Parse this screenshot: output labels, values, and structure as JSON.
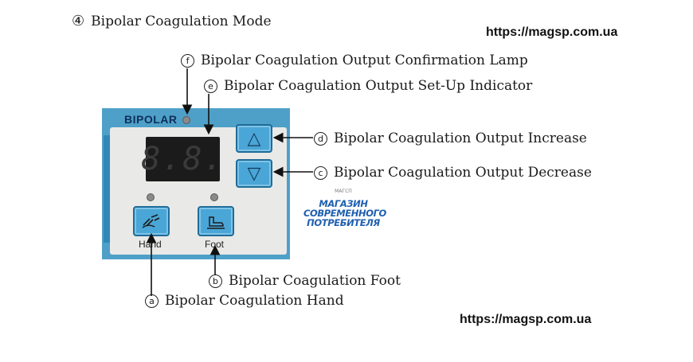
{
  "diagram": {
    "mode_label": {
      "marker": "④",
      "text": "Bipolar Coagulation Mode"
    },
    "callouts": {
      "f": {
        "marker": "f",
        "text": "Bipolar Coagulation Output Confirmation Lamp"
      },
      "e": {
        "marker": "e",
        "text": "Bipolar Coagulation Output Set-Up Indicator"
      },
      "d": {
        "marker": "d",
        "text": "Bipolar Coagulation Output Increase"
      },
      "c": {
        "marker": "c",
        "text": "Bipolar Coagulation Output Decrease"
      },
      "b": {
        "marker": "b",
        "text": "Bipolar Coagulation Foot"
      },
      "a": {
        "marker": "a",
        "text": "Bipolar Coagulation Hand"
      }
    },
    "panel": {
      "title": "BIPOLAR",
      "display_value": "8.8.",
      "hand_label": "Hand",
      "foot_label": "Foot",
      "increase_symbol": "△",
      "decrease_symbol": "▽"
    },
    "watermark_urls": [
      "https://magsp.com.ua",
      "https://magsp.com.ua"
    ],
    "logo": {
      "top": "МАГСП",
      "lines": [
        "МАГАЗИН",
        "СОВРЕМЕННОГО",
        "ПОТРЕБИТЕЛЯ"
      ]
    },
    "colors": {
      "panel_blue": "#4fa0c8",
      "button_blue": "#4aa6d6",
      "logo_blue": "#1f5fb0"
    }
  }
}
